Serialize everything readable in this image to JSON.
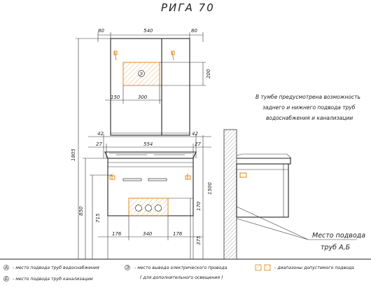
{
  "title": "РИГА 70",
  "top_dims": {
    "left": "80",
    "center": "540",
    "right": "80"
  },
  "mirror_dims": {
    "h200": "200",
    "w150": "150",
    "w300": "300"
  },
  "cabinet_dims": {
    "l42": "42",
    "r42": "42",
    "l27": "27",
    "c554": "554",
    "r27": "27",
    "total1805": "1805",
    "h1500": "1500",
    "h850": "850",
    "h715": "715",
    "h170": "170",
    "h375": "375",
    "b176l": "176",
    "b340": "340",
    "b176r": "176"
  },
  "note_lines": [
    "В тумбе предусмотрена возможность",
    "заднего и нижнего подвода труб",
    "водоснабжения и канализации"
  ],
  "callout": {
    "line1": "Место подвода",
    "line2": "труб А,Б"
  },
  "legend": {
    "a_symbol": "А",
    "a_text": "- место подвода труб водоснабжения",
    "b_symbol": "Б",
    "b_text": "- место подвода труб канализации",
    "e_symbol": "Э",
    "e_text_1": "- место вывода электрического провода",
    "e_text_2": "( для дополнительного освещения )",
    "range_text": "- диапазоны допустимого подвода"
  },
  "colors": {
    "accent": "#e08a1e",
    "lines": "#333333"
  }
}
